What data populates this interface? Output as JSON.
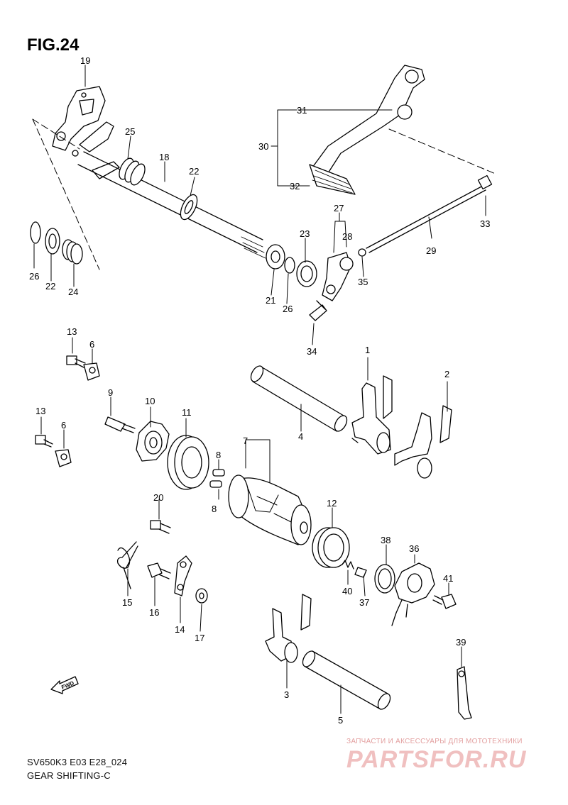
{
  "figure": {
    "title": "FIG.24",
    "model_code": "SV650K3 E03 E28_024",
    "section_name": "GEAR SHIFTING-C",
    "fwd_label": "FWD"
  },
  "watermark": {
    "tagline": "ЗАПЧАСТИ И АКСЕССУАРЫ ДЛЯ МОТОТЕХНИКИ",
    "brand": "PARTSFOR.RU"
  },
  "part_labels": [
    "1",
    "2",
    "3",
    "4",
    "5",
    "6",
    "6",
    "7",
    "8",
    "8",
    "9",
    "10",
    "11",
    "12",
    "13",
    "13",
    "14",
    "15",
    "16",
    "17",
    "18",
    "19",
    "20",
    "21",
    "22",
    "22",
    "23",
    "24",
    "25",
    "26",
    "26",
    "27",
    "28",
    "29",
    "30",
    "31",
    "32",
    "33",
    "34",
    "35",
    "36",
    "37",
    "38",
    "39",
    "40",
    "41"
  ]
}
